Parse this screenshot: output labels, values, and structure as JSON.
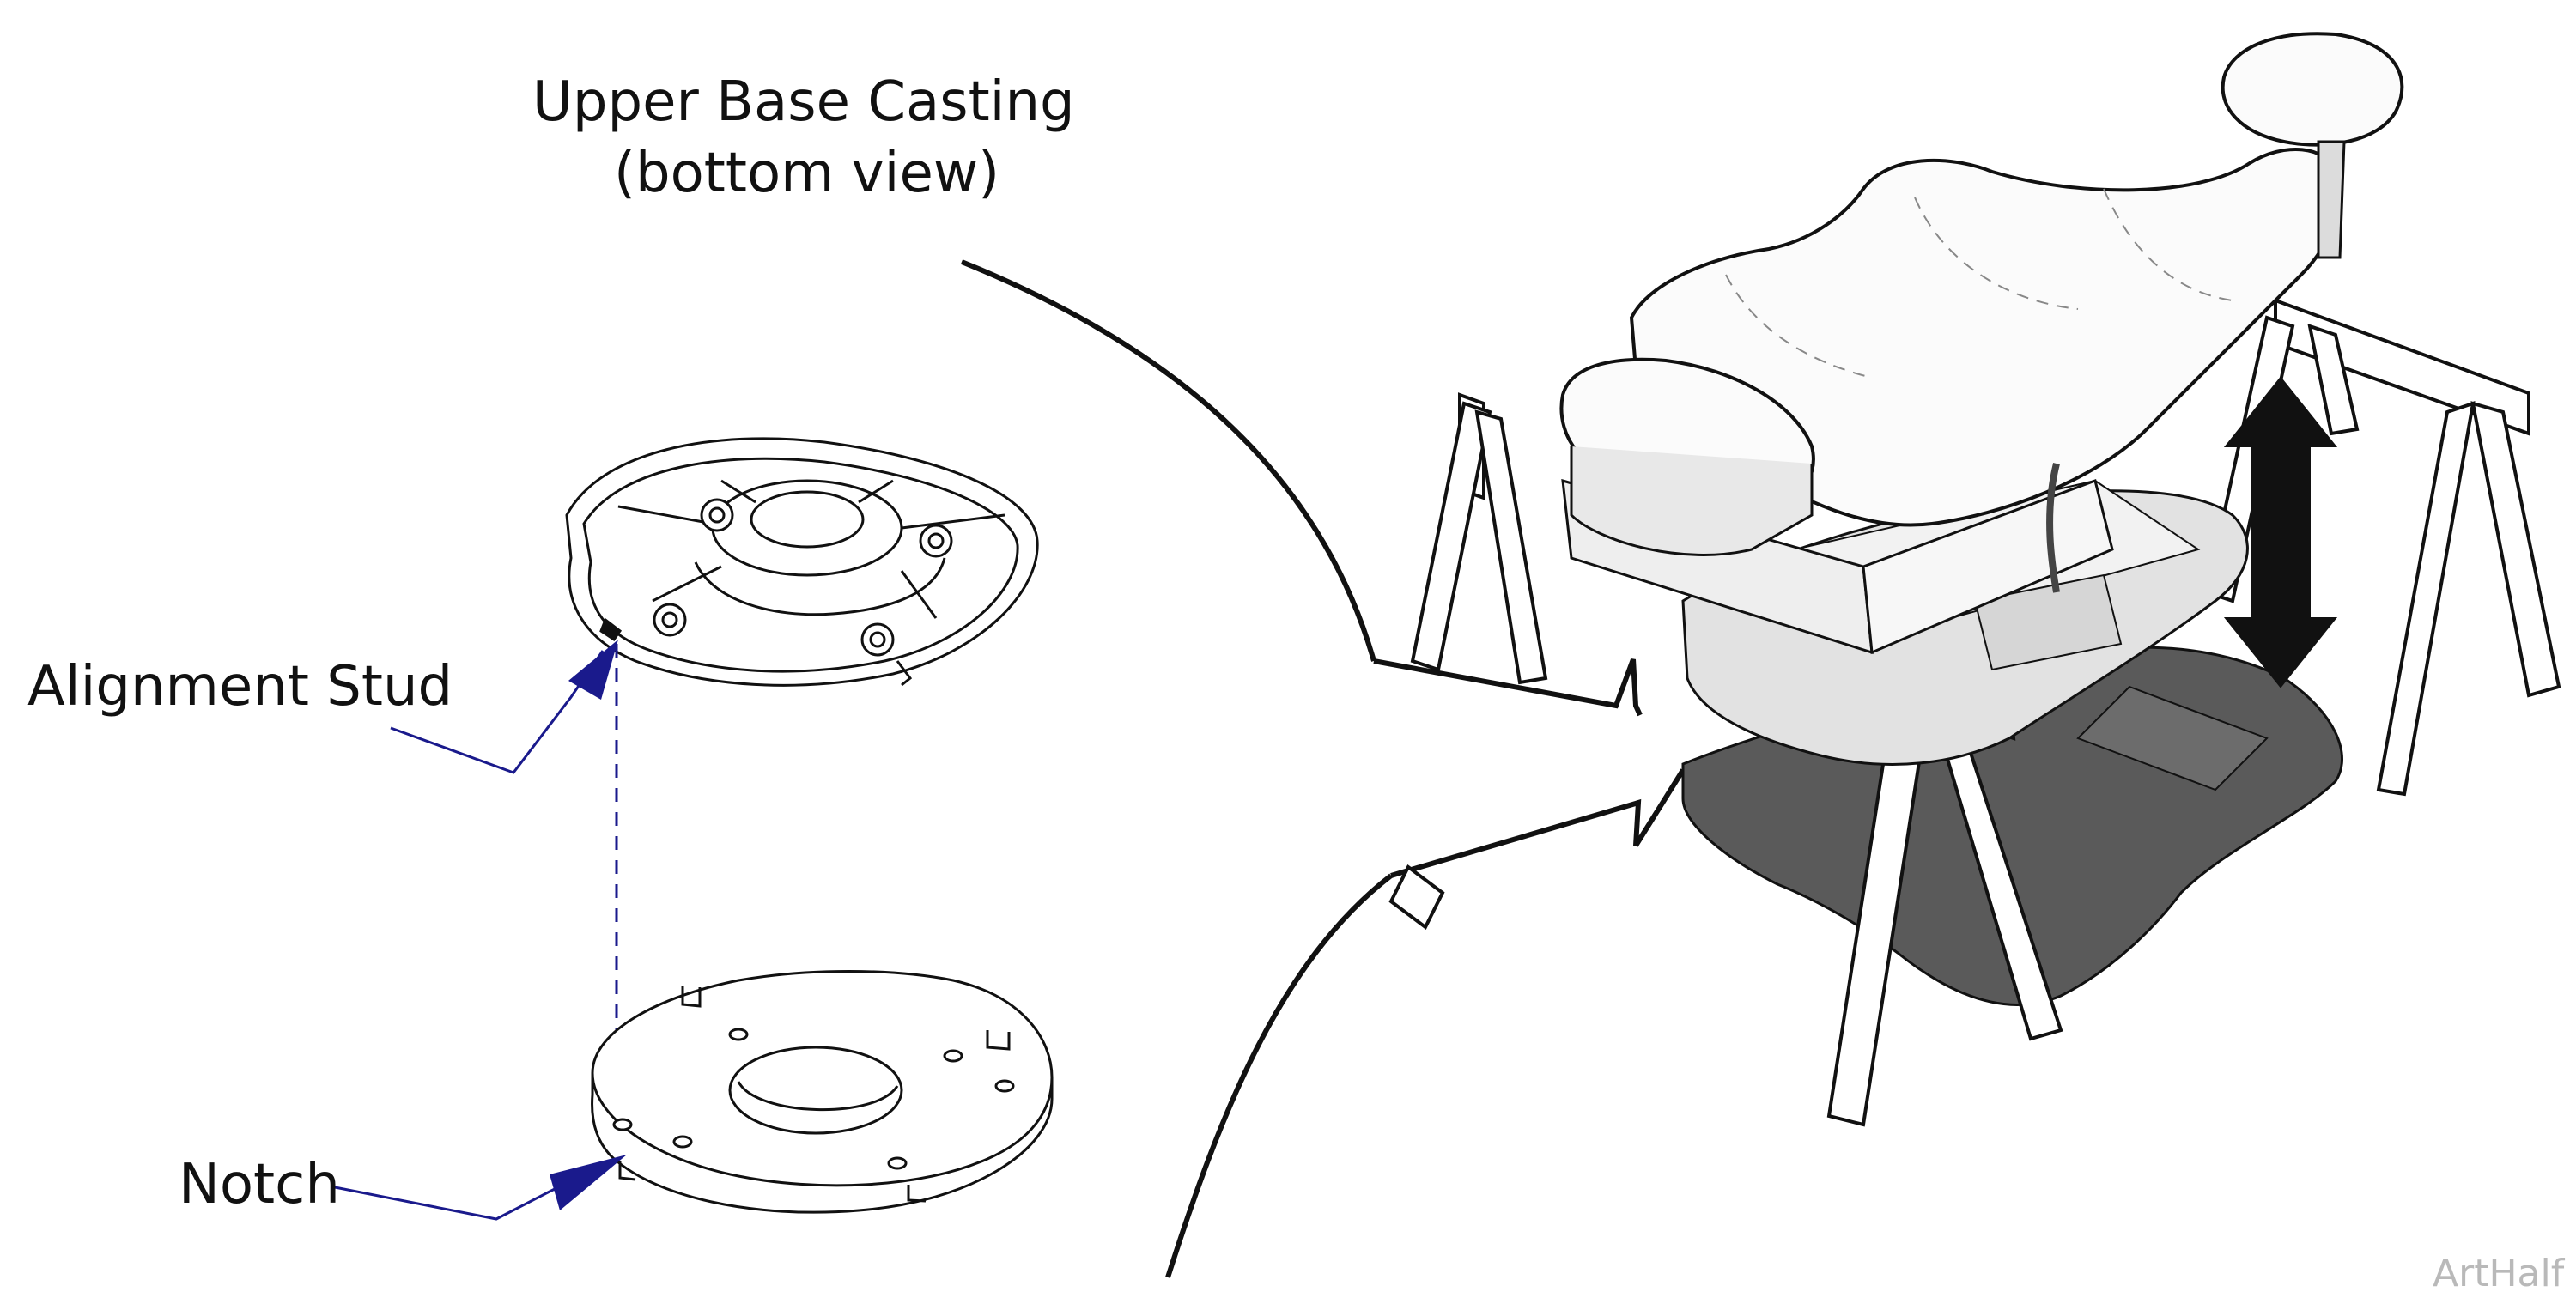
{
  "callout": {
    "title_line1": "Upper Base Casting",
    "title_line2": "(bottom view)"
  },
  "labels": {
    "alignment_stud": "Alignment Stud",
    "notch": "Notch"
  },
  "watermark": "ArtHalf",
  "colors": {
    "leader_arrow": "#1a1a8c",
    "line_art": "#111111",
    "floor_shadow": "#555555",
    "watermark": "#b9b9b9"
  }
}
